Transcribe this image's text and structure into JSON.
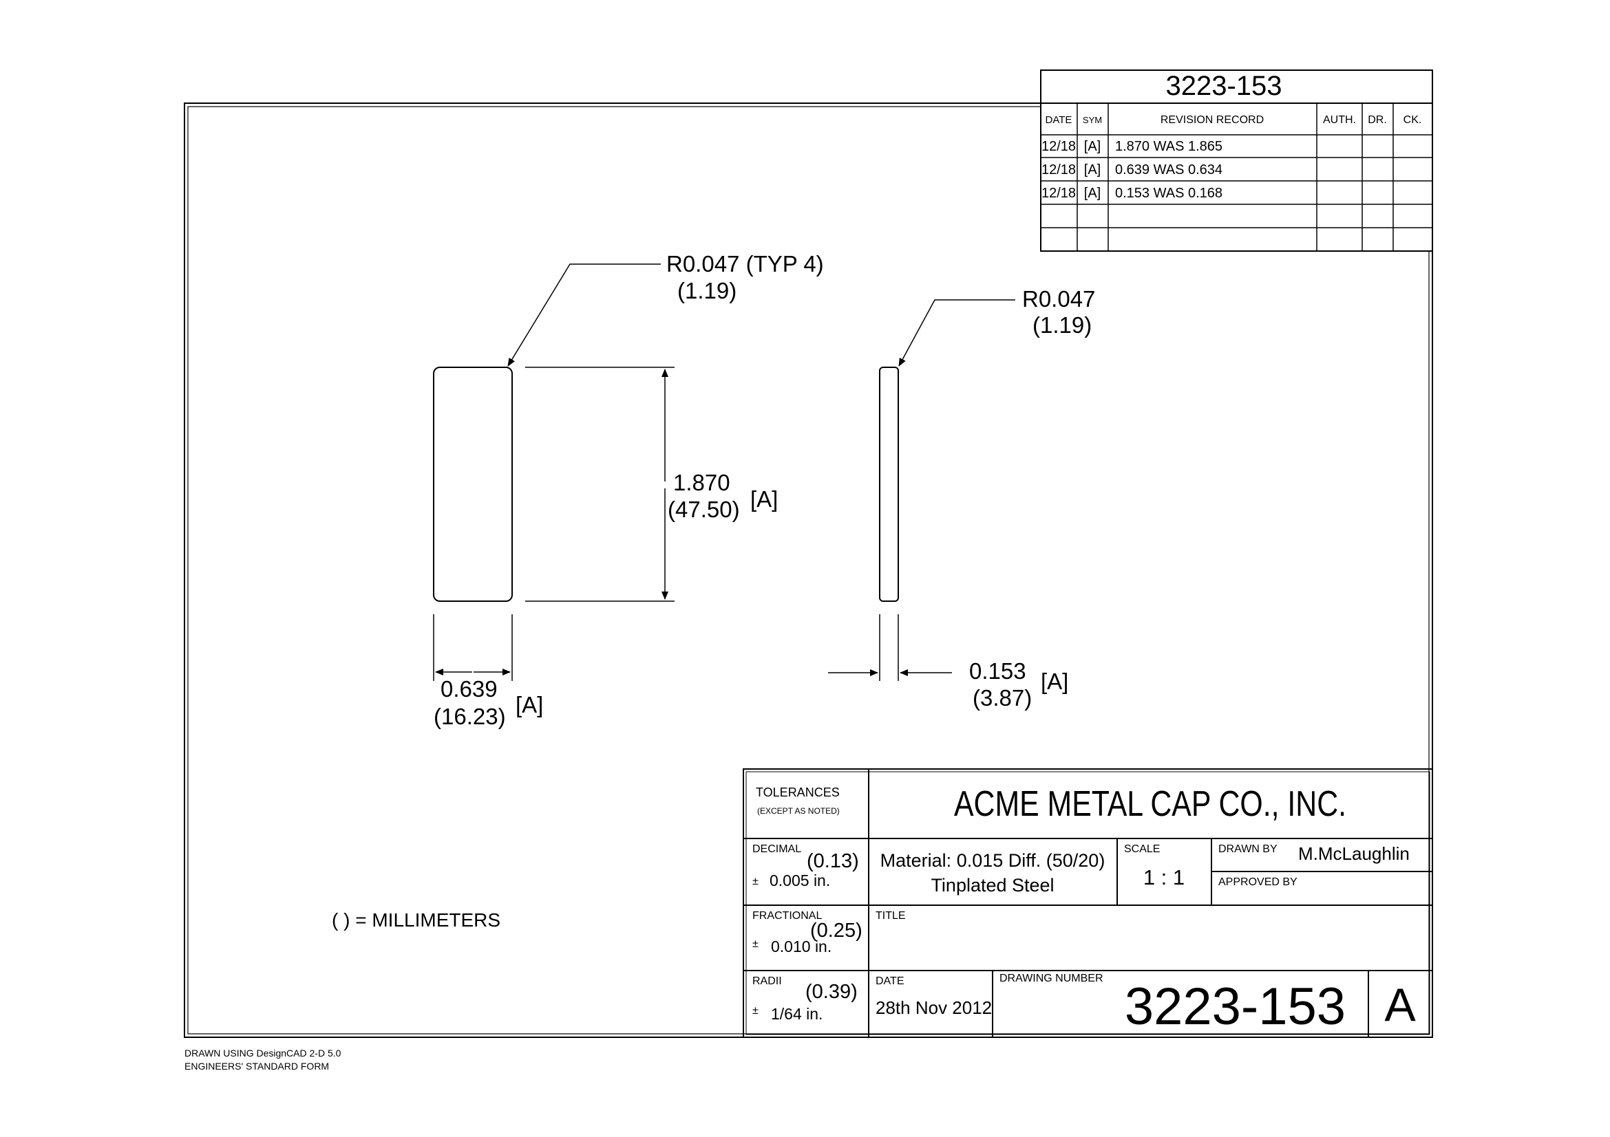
{
  "revision_block": {
    "number": "3223-153",
    "headers": {
      "date": "DATE",
      "sym": "SYM",
      "record": "REVISION RECORD",
      "auth": "AUTH.",
      "dr": "DR.",
      "ck": "CK."
    },
    "rows": [
      {
        "date": "12/18",
        "sym": "[A]",
        "record": "1.870 WAS 1.865"
      },
      {
        "date": "12/18",
        "sym": "[A]",
        "record": "0.639 WAS 0.634"
      },
      {
        "date": "12/18",
        "sym": "[A]",
        "record": "0.153 WAS 0.168"
      }
    ]
  },
  "drawing": {
    "left_radius": {
      "inch": "R0.047 (TYP 4)",
      "mm": "(1.19)"
    },
    "right_radius": {
      "inch": "R0.047",
      "mm": "(1.19)"
    },
    "height_dim": {
      "inch": "1.870",
      "mm": "(47.50)",
      "rev": "[A]"
    },
    "width_dim": {
      "inch": "0.639",
      "mm": "(16.23)",
      "rev": "[A]"
    },
    "thickness_dim": {
      "inch": "0.153",
      "mm": "(3.87)",
      "rev": "[A]"
    },
    "units_note": "( ) = MILLIMETERS"
  },
  "title_block": {
    "tolerances_label": "TOLERANCES",
    "tolerances_sub": "(EXCEPT AS NOTED)",
    "company": "ACME METAL CAP CO., INC.",
    "decimal_label": "DECIMAL",
    "decimal_mm": "(0.13)",
    "decimal_tol": "0.005 in.",
    "fractional_label": "FRACTIONAL",
    "fractional_mm": "(0.25)",
    "fractional_tol": "0.010 in.",
    "radii_label": "RADII",
    "radii_mm": "(0.39)",
    "radii_tol": "1/64 in.",
    "plusminus": "±",
    "material_line1": "Material: 0.015 Diff. (50/20)",
    "material_line2": "Tinplated Steel",
    "scale_label": "SCALE",
    "scale_value": "1 : 1",
    "drawn_by_label": "DRAWN BY",
    "drawn_by_value": "M.McLaughlin",
    "approved_by_label": "APPROVED BY",
    "title_label": "TITLE",
    "date_label": "DATE",
    "date_value": "28th Nov 2012",
    "drawing_number_label": "DRAWING NUMBER",
    "drawing_number": "3223-153",
    "revision_letter": "A"
  },
  "footer": {
    "line1": "DRAWN USING DesignCAD 2-D 5.0",
    "line2": "ENGINEERS' STANDARD FORM"
  }
}
